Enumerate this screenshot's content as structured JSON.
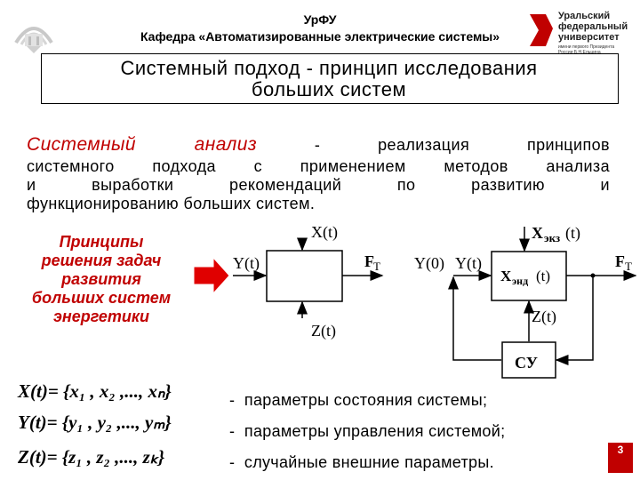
{
  "header": {
    "org": "УрФУ",
    "department": "Кафедра «Автоматизированные электрические системы»",
    "logo_right_lines": [
      "Уральский",
      "федеральный",
      "университет"
    ],
    "logo_right_small": [
      "имени первого Президента",
      "России Б.Н.Ельцина"
    ]
  },
  "title": {
    "line1": "Системный подход - принцип исследования",
    "line2": "больших систем"
  },
  "definition": {
    "term": "Системный анализ",
    "line1_rest": " - реализация принципов",
    "line2": "системного подхода с применением методов анализа",
    "line3": "и выработки рекомендаций по развитию и",
    "line4": "функционированию больших систем."
  },
  "principles": {
    "lines": [
      "Принципы",
      "решения задач",
      "развития",
      "больших систем",
      "энергетики"
    ]
  },
  "diagram_left": {
    "input_top": "X(t)",
    "input_left": "Y(t)",
    "output_right": "F",
    "output_sub": "T",
    "bottom": "Z(t)"
  },
  "diagram_right": {
    "input_top": "X",
    "input_top_sub": "экз",
    "input_top_arg": "(t)",
    "y0": "Y(0)",
    "yt": "Y(t)",
    "block": "X",
    "block_sub": "энд",
    "block_arg": "(t)",
    "output_right": "F",
    "output_sub": "T",
    "z": "Z(t)",
    "cu": "СУ"
  },
  "formulas": [
    {
      "lhs": "X(t)",
      "rhs": "= {x₁ , x₂ ,..., xₙ}",
      "desc": "параметры состояния системы;"
    },
    {
      "lhs": "Y(t)",
      "rhs": "= {y₁ , y₂ ,..., yₘ}",
      "desc": "параметры управления системой;"
    },
    {
      "lhs": "Z(t)",
      "rhs": "= {z₁ , z₂ ,..., zₖ}",
      "desc": "случайные внешние параметры."
    }
  ],
  "bullet_dash": "-",
  "page_number": "3",
  "colors": {
    "accent": "#c00000",
    "ink": "#000000"
  }
}
